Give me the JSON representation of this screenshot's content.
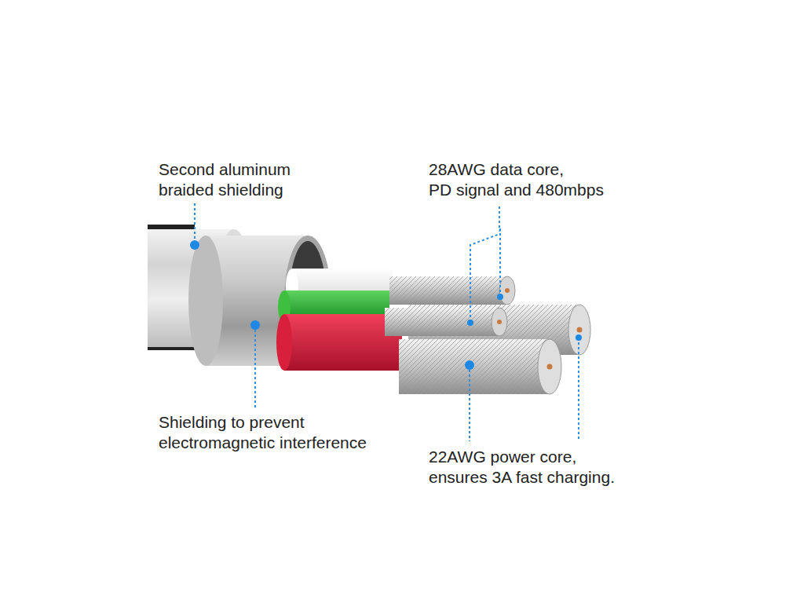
{
  "diagram": {
    "labels": [
      "Second aluminum braided shielding",
      "28AWG data core, PD signal and 480mbps",
      "Shielding to prevent electromagnetic interference",
      "22AWG power core, ensures 3A fast charging."
    ]
  }
}
